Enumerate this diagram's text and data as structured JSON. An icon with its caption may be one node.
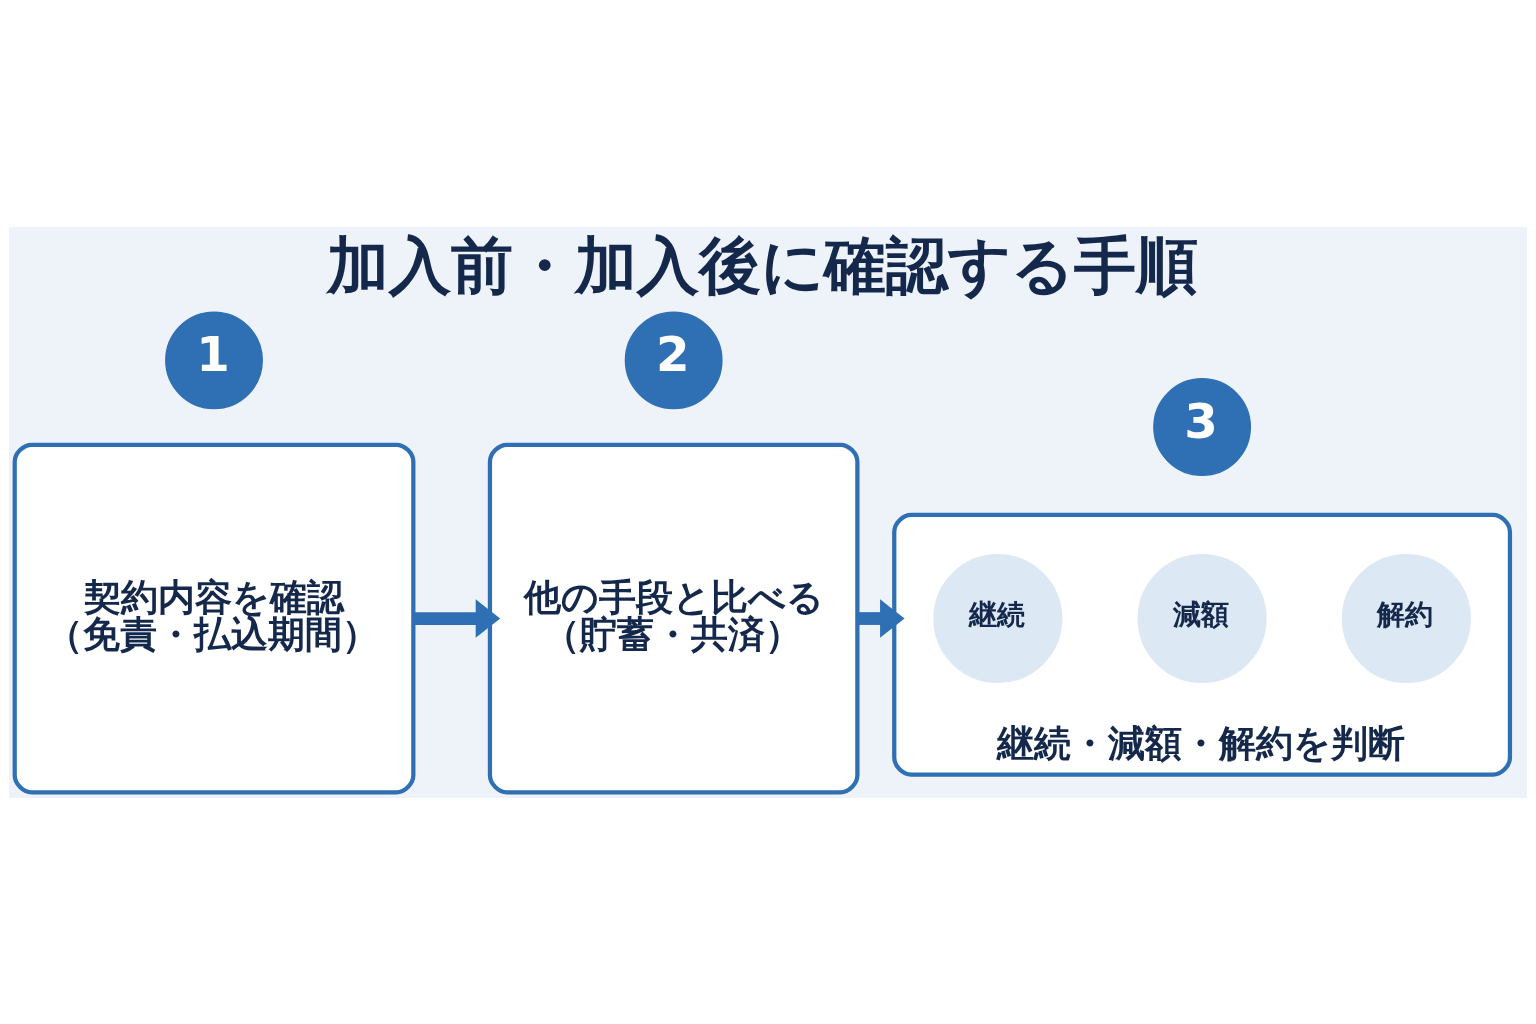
{
  "diagram": {
    "title": "加入前・加入後に確認する手順",
    "nodes": [
      {
        "text": [
          "1"
        ]
      },
      {
        "text": [
          "契約内容を確認（免責・払込期間）"
        ]
      },
      {
        "text": [
          "2"
        ]
      },
      {
        "text": [
          "他の手段と比べる（貯蓄・共済）"
        ]
      },
      {
        "text": [
          "3"
        ]
      },
      {
        "text": [
          "継続・減額・解約を判断"
        ]
      },
      {
        "text": [
          "継続"
        ],
        "in": 5
      },
      {
        "text": [
          "減額"
        ],
        "in": 5
      },
      {
        "text": [
          "解約"
        ],
        "in": 5
      }
    ],
    "edges": [
      {
        "from": 1,
        "to": 3,
        "arrow": "to"
      },
      {
        "from": 3,
        "to": 5,
        "arrow": "to"
      }
    ]
  }
}
